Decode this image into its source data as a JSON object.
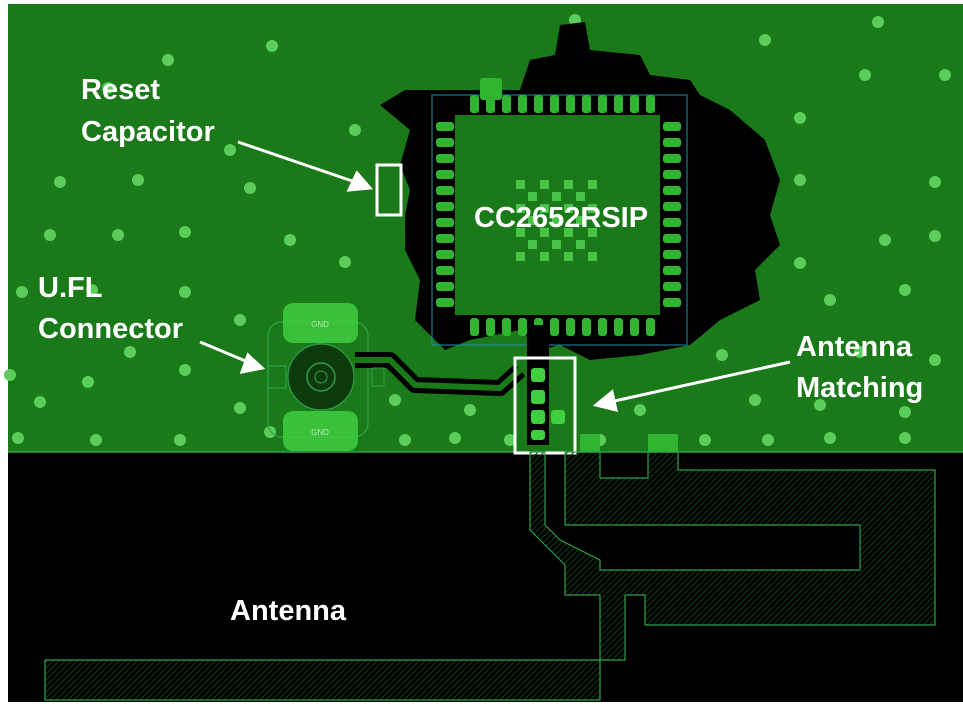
{
  "labels": {
    "reset_capacitor_line1": "Reset",
    "reset_capacitor_line2": "Capacitor",
    "ufl_line1": "U.FL",
    "ufl_line2": "Connector",
    "chip": "CC2652RSIP",
    "antenna_matching_line1": "Antenna",
    "antenna_matching_line2": "Matching",
    "antenna": "Antenna",
    "gnd_top": "GND",
    "gnd_bottom": "GND"
  },
  "colors": {
    "board_copper": "#1a7a1a",
    "via": "#55cc55",
    "pad": "#33bb33",
    "dark": "#000000",
    "outline": "#2fa04a",
    "annotation": "#ffffff"
  }
}
